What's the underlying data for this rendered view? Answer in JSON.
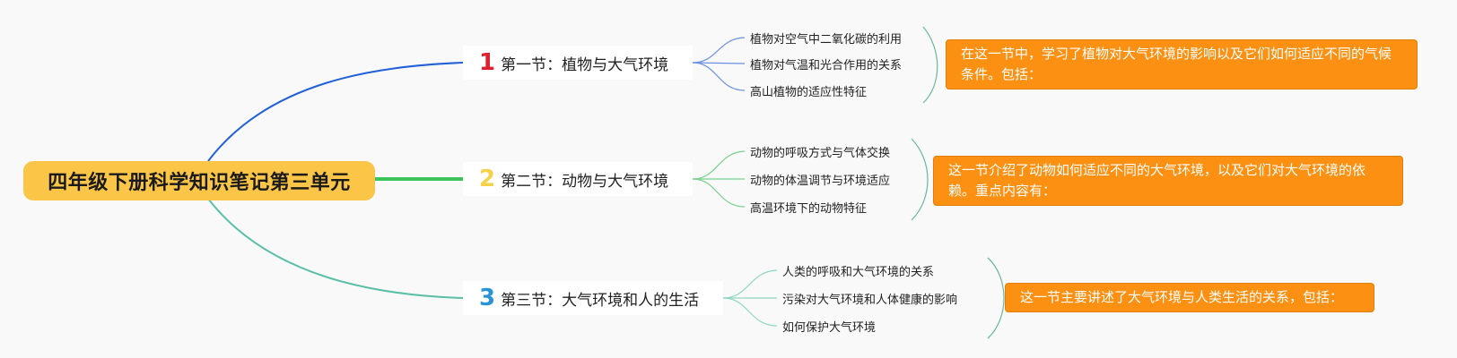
{
  "root": {
    "label": "四年级下册科学知识笔记第三单元"
  },
  "sections": [
    {
      "number": "1",
      "number_color": "#e0202e",
      "branch_color": "#2160d8",
      "title": "第一节：植物与大气环境",
      "items": [
        "植物对空气中二氧化碳的利用",
        "植物对气温和光合作用的关系",
        "高山植物的适应性特征"
      ],
      "note": "在这一节中，学习了植物对大气环境的影响以及它们如何适应不同的气候条件。包括："
    },
    {
      "number": "2",
      "number_color": "#f6d14a",
      "branch_color": "#3cc35a",
      "title": "第二节：动物与大气环境",
      "items": [
        "动物的呼吸方式与气体交换",
        "动物的体温调节与环境适应",
        "高温环境下的动物特征"
      ],
      "note": "这一节介绍了动物如何适应不同的大气环境，以及它们对大气环境的依赖。重点内容有："
    },
    {
      "number": "3",
      "number_color": "#2a93d5",
      "branch_color": "#5bbfa7",
      "title": "第三节：大气环境和人的生活",
      "items": [
        "人类的呼吸和大气环境的关系",
        "污染对大气环境和人体健康的影响",
        "如何保护大气环境"
      ],
      "note": "这一节主要讲述了大气环境与人类生活的关系，包括："
    }
  ]
}
